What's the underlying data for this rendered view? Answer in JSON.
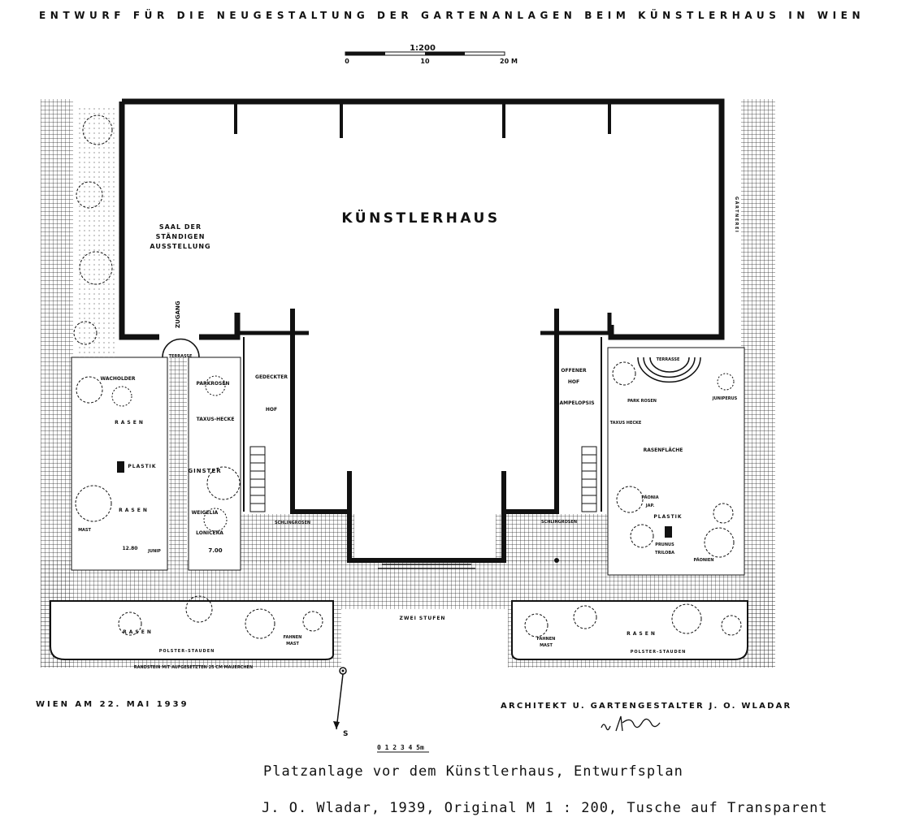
{
  "header": {
    "title": "ENTWURF FÜR DIE NEUGESTALTUNG DER GARTENANLAGEN BEIM KÜNSTLERHAUS IN WIEN"
  },
  "scale_bar": {
    "ratio": "1:200",
    "ticks": [
      "0",
      "10",
      "20 M"
    ]
  },
  "small_scale": "0 1 2 3 4 5m",
  "plan": {
    "building_name": "KÜNSTLERHAUS",
    "labels": {
      "saal_line1": "SAAL DER",
      "saal_line2": "STÄNDIGEN",
      "saal_line3": "AUSSTELLUNG",
      "zugang": "ZUGANG",
      "gedeckter_line1": "GEDECKTER",
      "gedeckter_line2": "HOF",
      "offener_line1": "OFFENER",
      "offener_line2": "HOF",
      "ampelopsis": "AMPELOPSIS",
      "terrasse_left": "TERRASSE",
      "terrasse_right": "TERRASSE",
      "wacholder": "WACHOLDER",
      "rasen1": "RASEN",
      "plastik_left": "PLASTIK",
      "rasen2": "RASEN",
      "mast": "MAST",
      "dim_left": "12.80",
      "junip_left": "JUNIP",
      "parkrosen_left": "PARKROSEN",
      "taxushecke_left": "TAXUS-HECKE",
      "ginster": "GINSTER",
      "weigelia": "WEIGELIA",
      "lonicera": "LONICERA",
      "dim_mid": "7.00",
      "schlingrosen_left": "SCHLINGROSEN",
      "schlingrosen_right": "SCHLINGROSEN",
      "parkrosen_right": "PARK ROSEN",
      "taxushecke_right": "TAXUS HECKE",
      "juniperus": "JUNIPERUS",
      "rasenflaeche": "RASENFLÄCHE",
      "paeonia": "PÄONIA",
      "jap": "JAP.",
      "plastik_right": "PLASTIK",
      "prunus_line1": "PRUNUS",
      "prunus_line2": "TRILOBA",
      "paeonien": "PÄONIEN",
      "zwei_stufen": "ZWEI STUFEN",
      "rasen_bottom_left": "RASEN",
      "polsterstauden_left": "POLSTER-STAUDEN",
      "fahnenmast_line1": "FAHNEN",
      "fahnenmast_line2": "MAST",
      "randstein": "RANDSTEIN MIT AUFGESETZTEN 25 CM MAUERCHEN",
      "fahnenmast_right_line1": "FAHNEN",
      "fahnenmast_right_line2": "MAST",
      "rasen_bottom_right": "RASEN",
      "polsterstauden_right": "POLSTER-STAUDEN",
      "gaertnerei": "GÄRTNEREI",
      "north": "S"
    }
  },
  "footer": {
    "date": "WIEN AM 22. MAI 1939",
    "architect": "ARCHITEKT U. GARTENGESTALTER J. O. WLADAR",
    "caption_line1": "Platzanlage vor dem Künstlerhaus, Entwurfsplan",
    "caption_line2": "J. O. Wladar, 1939, Original M 1 : 200, Tusche auf Transparent"
  },
  "colors": {
    "ink": "#111111",
    "paper": "#ffffff"
  }
}
